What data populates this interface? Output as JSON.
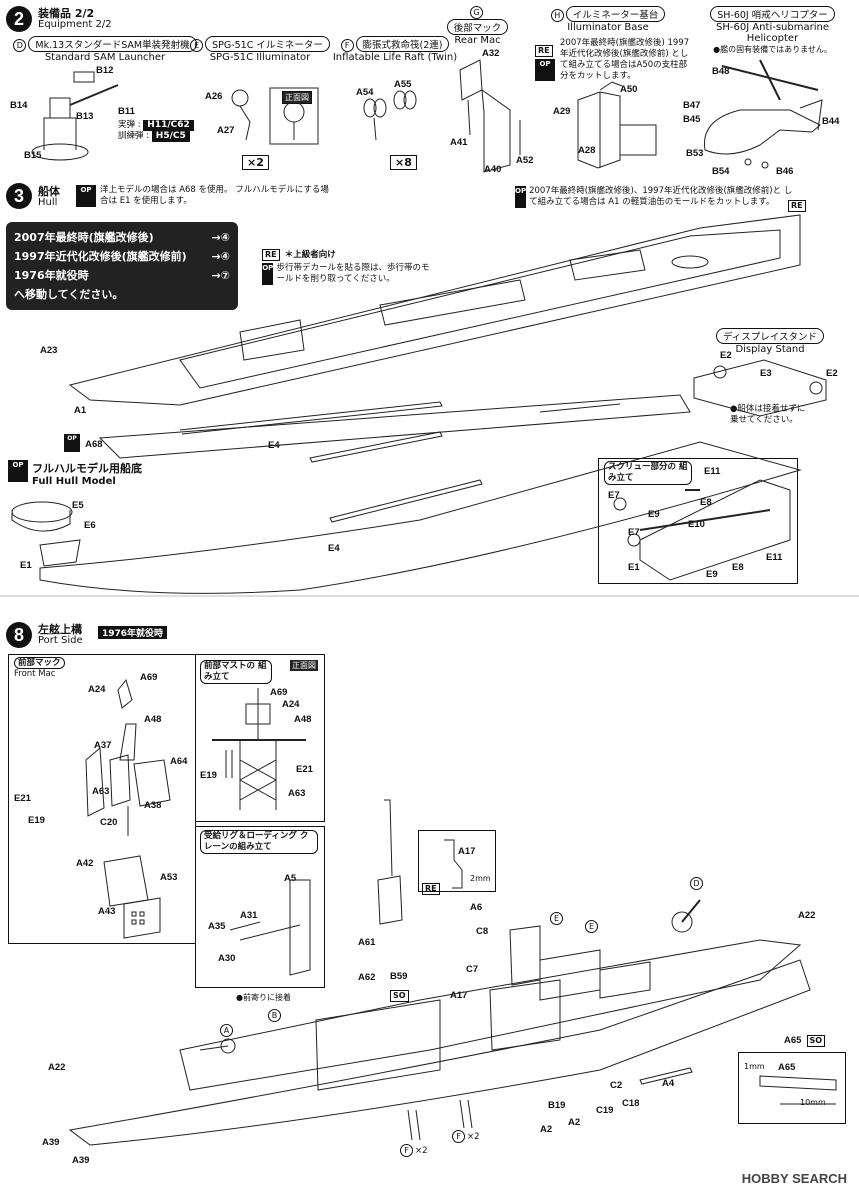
{
  "step2": {
    "number": "2",
    "title_jp": "装備品 2/2",
    "title_en": "Equipment 2/2",
    "D": {
      "letter": "D",
      "jp": "Mk.13スタンダードSAM単装発射機",
      "en": "Standard SAM Launcher",
      "parts": [
        "B12",
        "B14",
        "B13",
        "B11",
        "B15"
      ],
      "live_label": "実弾 :",
      "live_parts": "H11/C62",
      "training_label": "訓練弾 :",
      "training_parts": "H5/C5"
    },
    "E": {
      "letter": "E",
      "jp": "SPG-51C イルミネーター",
      "en": "SPG-51C Illuminator",
      "parts": [
        "A26",
        "A27"
      ],
      "front_view": "正面図",
      "qty": "×2"
    },
    "F": {
      "letter": "F",
      "jp": "膨張式救命筏(2連)",
      "en": "Inflatable Life Raft (Twin)",
      "parts": [
        "A54",
        "A55"
      ],
      "qty": "×8"
    },
    "G": {
      "letter": "G",
      "jp": "後部マック",
      "en": "Rear Mac",
      "parts": [
        "A32",
        "A41",
        "A52",
        "A40"
      ]
    },
    "H": {
      "letter": "H",
      "jp": "イルミネーター基台",
      "en": "Illuminator Base",
      "re_badge": "RE",
      "op_badge": "OP",
      "note": "2007年最終時(旗艦改修後) 1997年近代化改修後(旗艦改修前) として組み立てる場合はA50の支柱部分をカットします。",
      "parts": [
        "A50",
        "A29",
        "A28"
      ]
    },
    "heli": {
      "jp": "SH-60J 哨戒ヘリコプター",
      "en": "SH-60J Anti-submarine Helicopter",
      "note": "●艦の固有装備ではありません。",
      "parts": [
        "B48",
        "B47",
        "B45",
        "B44",
        "B53",
        "B54",
        "B46"
      ]
    }
  },
  "step3": {
    "number": "3",
    "title_jp": "船体",
    "title_en": "Hull",
    "op_note": "洋上モデルの場合は A68 を使用。 フルハルモデルにする場合は E1 を使用します。",
    "route": [
      {
        "label": "2007年最終時(旗艦改修後)",
        "to": "→④"
      },
      {
        "label": "1997年近代化改修後(旗艦改修前)",
        "to": "→④"
      },
      {
        "label": "1976年就役時",
        "to": "→⑦"
      }
    ],
    "route_footer": "へ移動してください。",
    "re_note_title": "＊上級者向け",
    "re_note": "歩行帯デカールを貼る際は、歩行帯のモールドを削り取ってください。",
    "right_note": "2007年最終時(旗艦改修後)、1997年近代化改修後(旗艦改修前)と して組み立てる場合は A1 の軽質油缶のモールドをカットします。",
    "re_badge": "RE",
    "hull_parts": [
      "A23",
      "A1",
      "A68",
      "E4",
      "E4"
    ],
    "fullhull_jp": "フルハルモデル用船底",
    "fullhull_en": "Full Hull Model",
    "fullhull_parts": [
      "E5",
      "E6",
      "E1"
    ],
    "stand_jp": "ディスプレイスタンド",
    "stand_en": "Display Stand",
    "stand_parts": [
      "E2",
      "E3",
      "E2"
    ],
    "stand_note": "●船体は接着せずに 乗せてください。",
    "screw_title": "スクリュー部分の 組み立て",
    "screw_parts": [
      "E11",
      "E7",
      "E8",
      "E9",
      "E10",
      "E7",
      "E1",
      "E9",
      "E8",
      "E11"
    ]
  },
  "step8": {
    "number": "8",
    "title_jp": "左舷上構",
    "title_en": "Port Side",
    "tag": "1976年就役時",
    "front_mac_jp": "前部マック",
    "front_mac_en": "Front Mac",
    "front_mac_parts": [
      "A24",
      "A69",
      "A48",
      "A37",
      "A64",
      "E21",
      "A63",
      "A38",
      "E19",
      "C20",
      "A42",
      "A53",
      "A43"
    ],
    "mast_title": "前部マストの 組み立て",
    "mast_front_view": "正面図",
    "mast_parts": [
      "A69",
      "A24",
      "A48",
      "E19",
      "E21",
      "A63"
    ],
    "rig_title": "受給リグ＆ローディング クレーンの組み立て",
    "rig_parts": [
      "A5",
      "A31",
      "A35",
      "A30"
    ],
    "rig_note": "●前寄りに接着",
    "detail_parts": [
      "A17"
    ],
    "detail_dim": "2mm",
    "main_parts": [
      "A6",
      "C8",
      "C7",
      "A61",
      "A62",
      "B59",
      "A17",
      "A22",
      "A22",
      "A39",
      "A39",
      "B19",
      "A2",
      "A2",
      "C19",
      "C2",
      "C18",
      "A4",
      "A65"
    ],
    "so_badge": "SO",
    "mount_labels": [
      "A",
      "B",
      "D",
      "E",
      "E"
    ],
    "raft_qty": "×2",
    "dim_1mm": "1mm",
    "dim_10mm": "10mm",
    "dim_part": "A65"
  },
  "watermark": "HOBBY SEARCH"
}
